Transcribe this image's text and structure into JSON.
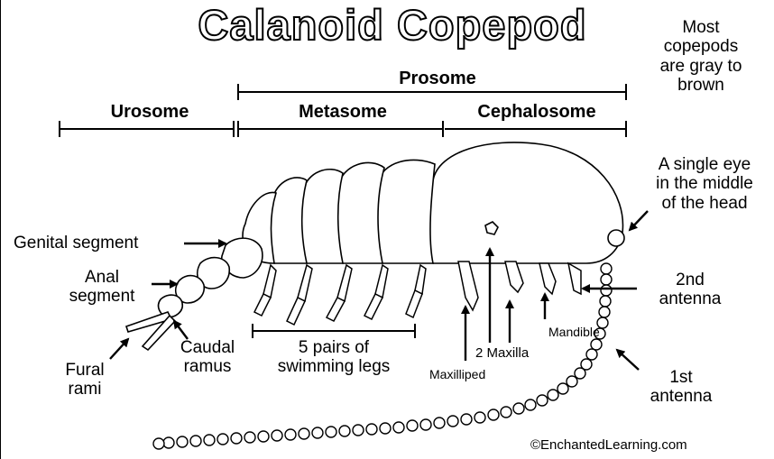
{
  "title": "Calanoid Copepod",
  "note": [
    "Most",
    "copepods",
    "are gray to",
    "brown"
  ],
  "regions": {
    "prosome": "Prosome",
    "urosome": "Urosome",
    "metasome": "Metasome",
    "cephalosome": "Cephalosome"
  },
  "labels": {
    "eye": [
      "A single eye",
      "in the middle",
      "of the head"
    ],
    "genital_segment": "Genital segment",
    "anal_segment": [
      "Anal",
      "segment"
    ],
    "second_antenna": [
      "2nd",
      "antenna"
    ],
    "mandible": "Mandible",
    "maxilla": "2 Maxilla",
    "maxilliped": "Maxilliped",
    "caudal_ramus": [
      "Caudal",
      "ramus"
    ],
    "fural_rami": [
      "Fural",
      "rami"
    ],
    "swimming_legs": [
      "5 pairs of",
      "swimming legs"
    ],
    "first_antenna": [
      "1st",
      "antenna"
    ]
  },
  "credit": "©EnchantedLearning.com"
}
